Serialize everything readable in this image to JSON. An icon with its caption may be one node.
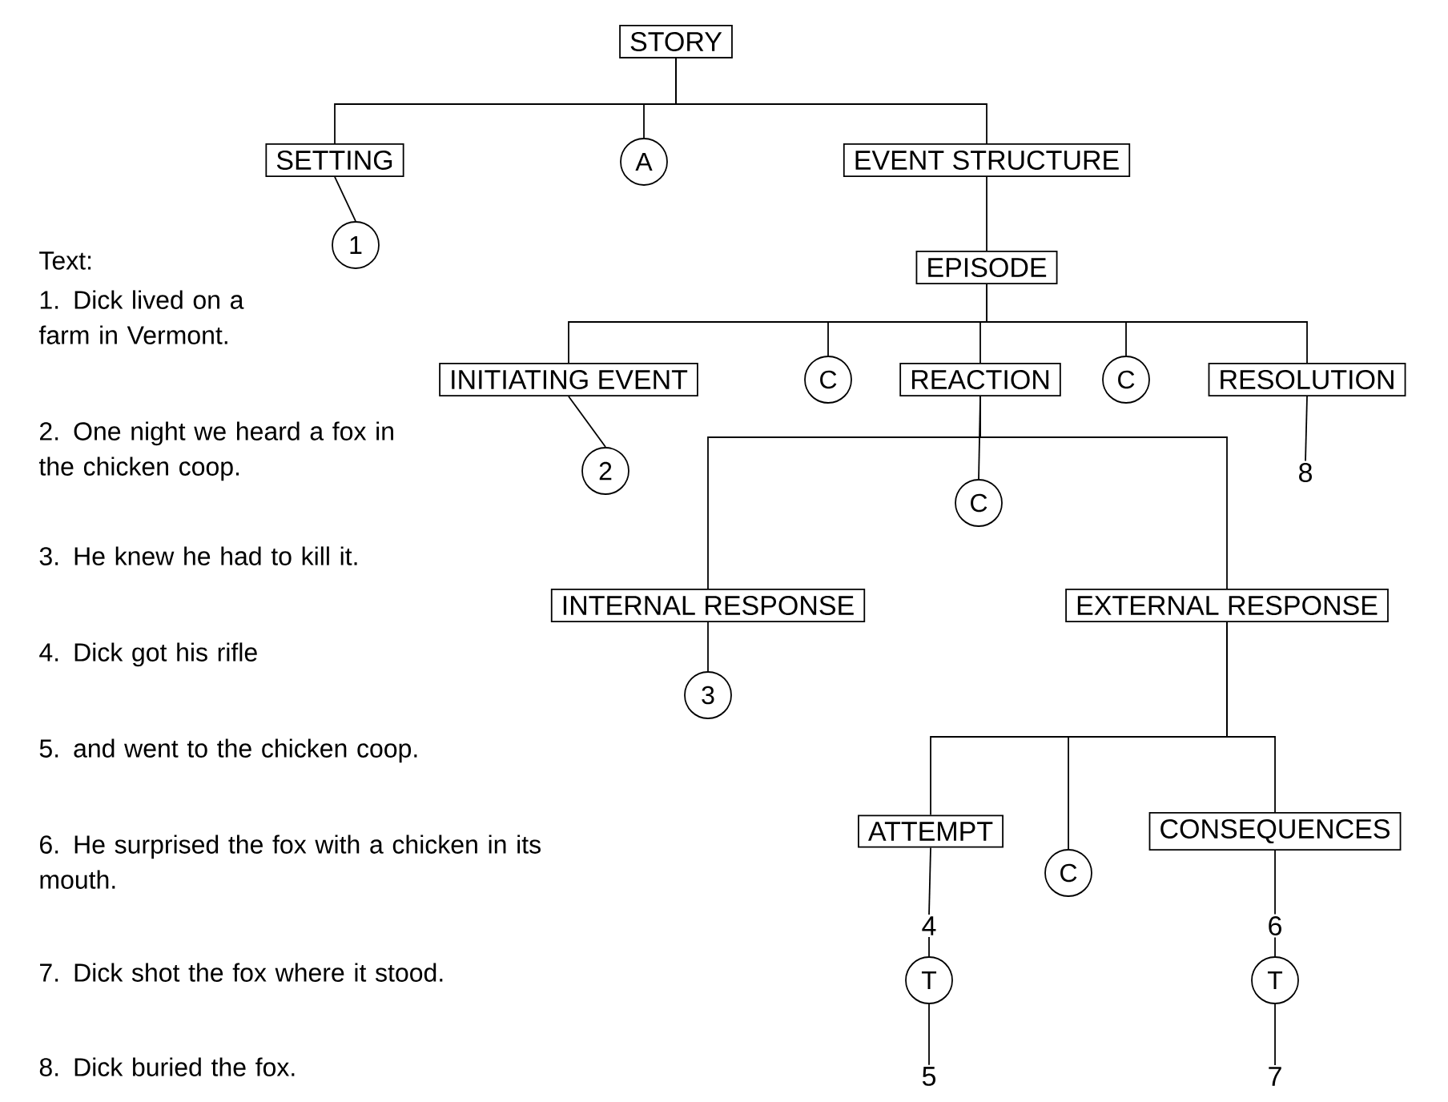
{
  "diagram": {
    "nodes": [
      {
        "text": [
          "STORY"
        ]
      },
      {
        "text": [
          "SETTING"
        ]
      },
      {
        "text": [
          "A"
        ]
      },
      {
        "text": [
          "EVENT STRUCTURE"
        ]
      },
      {
        "text": [
          "1"
        ]
      },
      {
        "text": [
          "EPISODE"
        ]
      },
      {
        "text": [
          "INITIATING EVENT"
        ]
      },
      {
        "text": [
          "C"
        ]
      },
      {
        "text": [
          "REACTION"
        ]
      },
      {
        "text": [
          "C"
        ]
      },
      {
        "text": [
          "RESOLUTION"
        ]
      },
      {
        "text": [
          "2"
        ]
      },
      {
        "text": [
          "8"
        ]
      },
      {
        "text": [
          "C"
        ]
      },
      {
        "text": [
          "INTERNAL RESPONSE"
        ]
      },
      {
        "text": [
          "EXTERNAL RESPONSE"
        ]
      },
      {
        "text": [
          "3"
        ]
      },
      {
        "text": [
          "ATTEMPT"
        ]
      },
      {
        "text": [
          "C"
        ]
      },
      {
        "text": [
          "CONSEQUENCES"
        ]
      },
      {
        "text": [
          "4"
        ]
      },
      {
        "text": [
          "T"
        ]
      },
      {
        "text": [
          "5"
        ]
      },
      {
        "text": [
          "6"
        ]
      },
      {
        "text": [
          "T"
        ]
      },
      {
        "text": [
          "7"
        ]
      }
    ],
    "edges": [
      {
        "from": 0,
        "to": 1,
        "arrow": "none"
      },
      {
        "from": 0,
        "to": 2,
        "arrow": "none"
      },
      {
        "from": 0,
        "to": 3,
        "arrow": "none"
      },
      {
        "from": 1,
        "to": 4,
        "arrow": "none"
      },
      {
        "from": 3,
        "to": 5,
        "arrow": "none"
      },
      {
        "from": 5,
        "to": 6,
        "arrow": "none"
      },
      {
        "from": 5,
        "to": 7,
        "arrow": "none"
      },
      {
        "from": 5,
        "to": 8,
        "arrow": "none"
      },
      {
        "from": 5,
        "to": 9,
        "arrow": "none"
      },
      {
        "from": 5,
        "to": 10,
        "arrow": "none"
      },
      {
        "from": 6,
        "to": 11,
        "arrow": "none"
      },
      {
        "from": 10,
        "to": 12,
        "arrow": "none"
      },
      {
        "from": 8,
        "to": 13,
        "arrow": "none"
      },
      {
        "from": 8,
        "to": 14,
        "arrow": "none"
      },
      {
        "from": 8,
        "to": 15,
        "arrow": "none"
      },
      {
        "from": 14,
        "to": 16,
        "arrow": "none"
      },
      {
        "from": 15,
        "to": 17,
        "arrow": "none"
      },
      {
        "from": 15,
        "to": 18,
        "arrow": "none"
      },
      {
        "from": 15,
        "to": 19,
        "arrow": "none"
      },
      {
        "from": 17,
        "to": 20,
        "arrow": "none"
      },
      {
        "from": 20,
        "to": 21,
        "arrow": "none"
      },
      {
        "from": 21,
        "to": 22,
        "arrow": "none"
      },
      {
        "from": 19,
        "to": 23,
        "arrow": "none"
      },
      {
        "from": 23,
        "to": 24,
        "arrow": "none"
      },
      {
        "from": 24,
        "to": 25,
        "arrow": "none"
      }
    ],
    "labels": [
      "Text:",
      "1. Dick lived on a farm in Vermont.",
      "2. One night we heard a fox in the chicken coop.",
      "3. He knew he had to kill it.",
      "4. Dick got his rifle",
      "5. and went to the chicken coop.",
      "6. He surprised the fox with a chicken in its mouth.",
      "7. Dick shot the fox where it stood.",
      "8. Dick buried the fox."
    ]
  }
}
